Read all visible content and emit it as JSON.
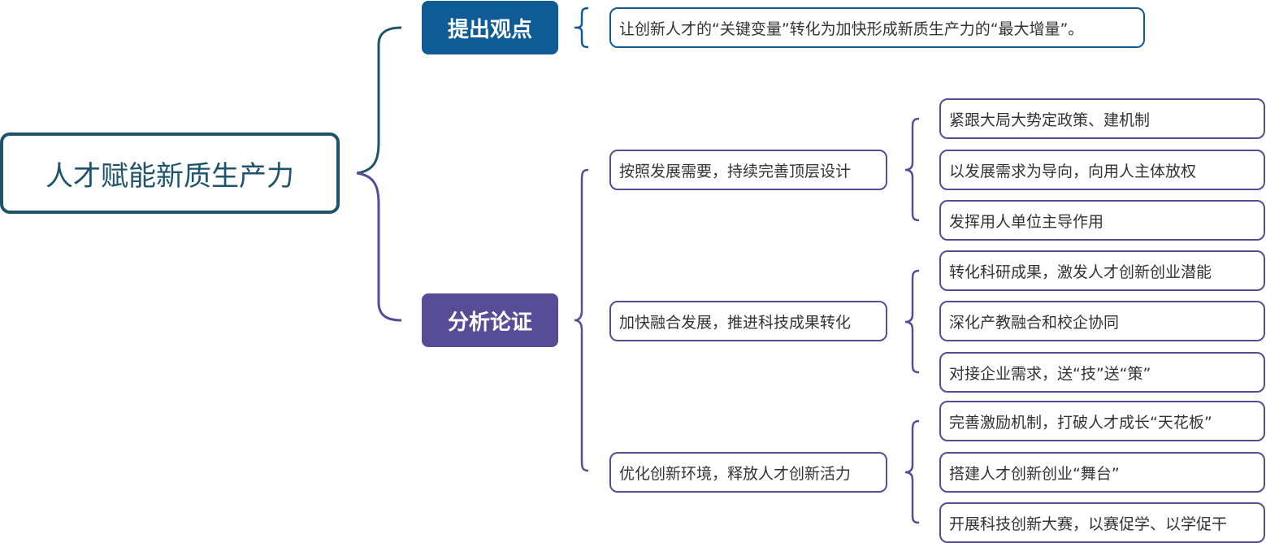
{
  "root": {
    "label": "人才赋能新质生产力"
  },
  "branches": [
    {
      "label": "提出观点",
      "color": "#0e5b96",
      "children": [
        {
          "label": "让创新人才的“关键变量”转化为加快形成新质生产力的“最大增量”。"
        }
      ]
    },
    {
      "label": "分析论证",
      "color": "#574d97",
      "children": [
        {
          "label": "按照发展需要，持续完善顶层设计",
          "children": [
            {
              "label": "紧跟大局大势定政策、建机制"
            },
            {
              "label": "以发展需求为导向，向用人主体放权"
            },
            {
              "label": "发挥用人单位主导作用"
            }
          ]
        },
        {
          "label": "加快融合发展，推进科技成果转化",
          "children": [
            {
              "label": "转化科研成果，激发人才创新创业潜能"
            },
            {
              "label": "深化产教融合和校企协同"
            },
            {
              "label": "对接企业需求，送“技”送“策”"
            }
          ]
        },
        {
          "label": "优化创新环境，释放人才创新活力",
          "children": [
            {
              "label": "完善激励机制，打破人才成长“天花板”"
            },
            {
              "label": "搭建人才创新创业“舞台”"
            },
            {
              "label": "开展科技创新大赛，以赛促学、以学促干"
            }
          ]
        }
      ]
    }
  ],
  "colors": {
    "root_border": "#1e546b",
    "viewpoint": "#0e5b96",
    "analysis": "#574d97"
  }
}
